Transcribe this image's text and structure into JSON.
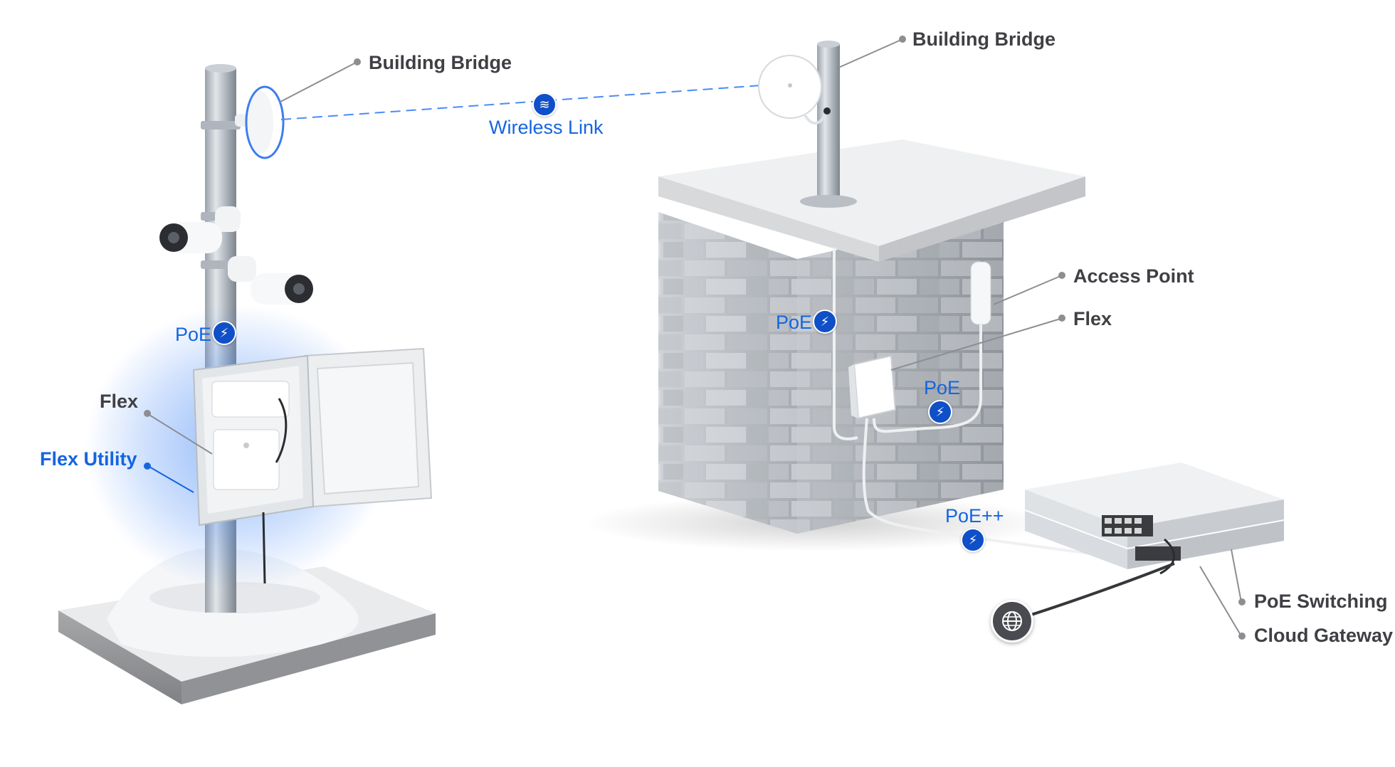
{
  "labels": {
    "building_bridge_left": "Building Bridge",
    "building_bridge_right": "Building Bridge",
    "wireless_link": "Wireless Link",
    "poe_pole": "PoE",
    "flex_left": "Flex",
    "flex_utility": "Flex Utility",
    "access_point": "Access Point",
    "flex_right": "Flex",
    "poe_wall_left": "PoE",
    "poe_wall_right": "PoE",
    "poe_plus_plus": "PoE++",
    "poe_switching": "PoE Switching",
    "cloud_gateway": "Cloud Gateway"
  },
  "icons": {
    "power": "lightning-bolt-icon",
    "wireless": "wireless-waves-icon",
    "internet": "globe-icon"
  },
  "colors": {
    "accent_blue": "#1565e0",
    "badge_blue": "#0f4fc7",
    "label_gray": "#3f3f44",
    "leader_gray": "#8d8d92",
    "glow_blue": "#3b82f6"
  }
}
